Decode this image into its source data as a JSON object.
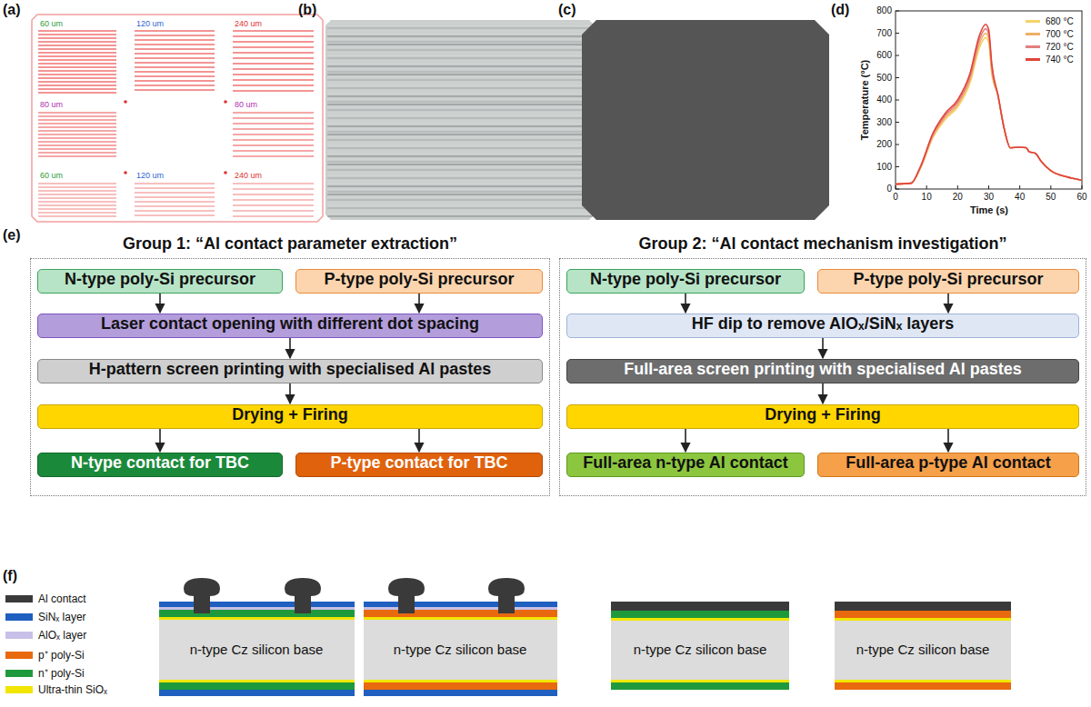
{
  "diagram": {
    "nodes": [
      {
        "text": [
          "Group 1: “Al contact parameter extraction”"
        ]
      },
      {
        "text": [
          "N-type poly-Si precursor"
        ],
        "in": 0
      },
      {
        "text": [
          "P-type poly-Si precursor"
        ],
        "in": 0
      },
      {
        "text": [
          "Laser contact opening with different dot spacing"
        ],
        "in": 0
      },
      {
        "text": [
          "H-pattern screen printing with specialised Al pastes"
        ],
        "in": 0
      },
      {
        "text": [
          "Drying + Firing"
        ],
        "in": 0
      },
      {
        "text": [
          "N-type contact for TBC"
        ],
        "in": 0
      },
      {
        "text": [
          "P-type contact for TBC"
        ],
        "in": 0
      },
      {
        "text": [
          "Group 2: “Al contact mechanism investigation”"
        ]
      },
      {
        "text": [
          "N-type poly-Si precursor"
        ],
        "in": 8
      },
      {
        "text": [
          "P-type poly-Si precursor"
        ],
        "in": 8
      },
      {
        "text": [
          "HF dip to remove AlOₓ/SiNₓ layers"
        ],
        "in": 8
      },
      {
        "text": [
          "Full-area screen printing with specialised Al pastes"
        ],
        "in": 8
      },
      {
        "text": [
          "Drying + Firing"
        ],
        "in": 8
      },
      {
        "text": [
          "Full-area n-type Al contact"
        ],
        "in": 8
      },
      {
        "text": [
          "Full-area p-type Al contact"
        ],
        "in": 8
      }
    ],
    "edges": [
      {
        "from": 1,
        "to": 3,
        "arrow": "to"
      },
      {
        "from": 2,
        "to": 3,
        "arrow": "to"
      },
      {
        "from": 3,
        "to": 4,
        "arrow": "to"
      },
      {
        "from": 4,
        "to": 5,
        "arrow": "to"
      },
      {
        "from": 5,
        "to": 6,
        "arrow": "to"
      },
      {
        "from": 5,
        "to": 7,
        "arrow": "to"
      },
      {
        "from": 9,
        "to": 11,
        "arrow": "to"
      },
      {
        "from": 10,
        "to": 11,
        "arrow": "to"
      },
      {
        "from": 11,
        "to": 12,
        "arrow": "to"
      },
      {
        "from": 12,
        "to": 13,
        "arrow": "to"
      },
      {
        "from": 13,
        "to": 14,
        "arrow": "to"
      },
      {
        "from": 13,
        "to": 15,
        "arrow": "to"
      }
    ],
    "labels": [
      "(a)",
      "60 um",
      "120 um",
      "240 um",
      "80 um",
      "80 um",
      "60 um",
      "120 um",
      "240 um",
      "(b)",
      "(c)",
      "(d)",
      "800",
      "700",
      "600",
      "500",
      "400",
      "300",
      "200",
      "100",
      "0",
      "0",
      "10",
      "20",
      "30",
      "40",
      "50",
      "60",
      "Temperature (°C)",
      "Time (s)",
      "(e)",
      "(f)",
      "n-type Cz silicon base",
      "n-type Cz silicon base",
      "n-type Cz silicon base",
      "n-type Cz silicon base"
    ],
    "legend": [
      {
        "text": "680 °C",
        "color": "#f5d36a"
      },
      {
        "text": "700 °C",
        "color": "#efb064"
      },
      {
        "text": "720 °C",
        "color": "#e17f7f"
      },
      {
        "text": "740 °C",
        "color": "#e0453a"
      },
      {
        "text": "Al contact",
        "color": "#3a3a3a"
      },
      {
        "text": "SiNₓ layer",
        "color": "#1f5fbf"
      },
      {
        "text": "AlOₓ layer",
        "color": "#c8c0e8"
      },
      {
        "text": "p⁺ poly-Si",
        "color": "#e8690e"
      },
      {
        "text": "n⁺ poly-Si",
        "color": "#1e9a3c"
      },
      {
        "text": "Ultra-thin SiOₓ",
        "color": "#f2e600"
      }
    ]
  }
}
